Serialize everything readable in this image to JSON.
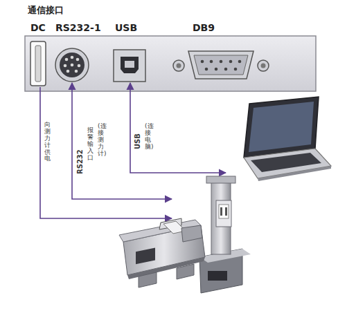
{
  "diagram": {
    "title": "通信接口",
    "nodes": [
      {
        "text": [
          "DC"
        ]
      },
      {
        "text": [
          "RS232-1"
        ]
      },
      {
        "text": [
          "USB"
        ]
      },
      {
        "text": [
          "DB9"
        ]
      }
    ],
    "labels": [
      "向测力计供电",
      "RS232",
      "报警输入口",
      "(连接测力计)",
      "USB",
      "(连接电脑)"
    ]
  }
}
